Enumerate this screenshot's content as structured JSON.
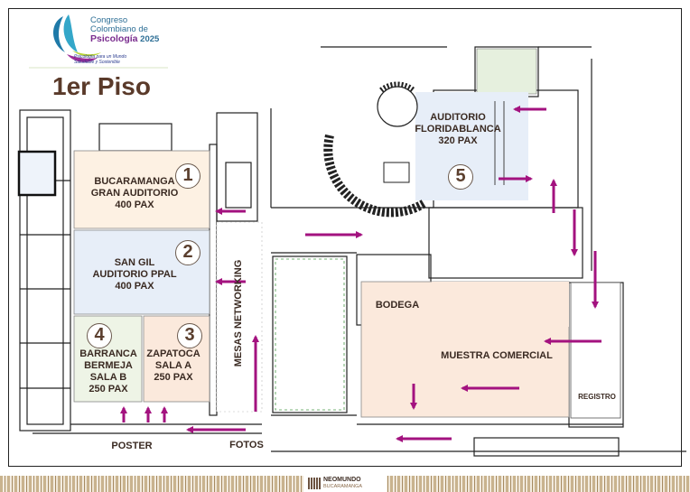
{
  "header": {
    "event_line1": "Congreso",
    "event_line2": "Colombiano de",
    "event_brand": "Psicología",
    "event_year": "2025",
    "tagline": "Psicología para un Mundo\nSaludable y Sostenible",
    "floor_title": "1er Piso"
  },
  "rooms": [
    {
      "key": "bucaramanga",
      "number": "1",
      "label": "BUCARAMANGA\nGRAN AUDITORIO\n400 PAX"
    },
    {
      "key": "sangil",
      "number": "2",
      "label": "SAN GIL\nAUDITORIO PPAL\n400 PAX"
    },
    {
      "key": "zapatoca",
      "number": "3",
      "label": "ZAPATOCA\nSALA A\n250 PAX"
    },
    {
      "key": "barranca",
      "number": "4",
      "label": "BARRANCA\nBERMEJA\nSALA B\n250 PAX"
    },
    {
      "key": "floridablanca",
      "number": "5",
      "label": "AUDITORIO\nFLORIDABLANCA\n320 PAX"
    }
  ],
  "areas": {
    "networking": "MESAS NETWORKING",
    "bodega": "BODEGA",
    "muestra": "MUESTRA COMERCIAL",
    "registro": "REGISTRO",
    "poster": "POSTER",
    "fotos": "FOTOS"
  },
  "footer": {
    "brand": "NEOMUNDO",
    "sub": "BUCARAMANGA"
  },
  "colors": {
    "arrow": "#a3127f",
    "room_peach": "#fdf1e3",
    "room_blue": "#e7eef8",
    "room_green": "#eef4e6",
    "room_salmon": "#fbe9dc",
    "wall": "#222222"
  }
}
